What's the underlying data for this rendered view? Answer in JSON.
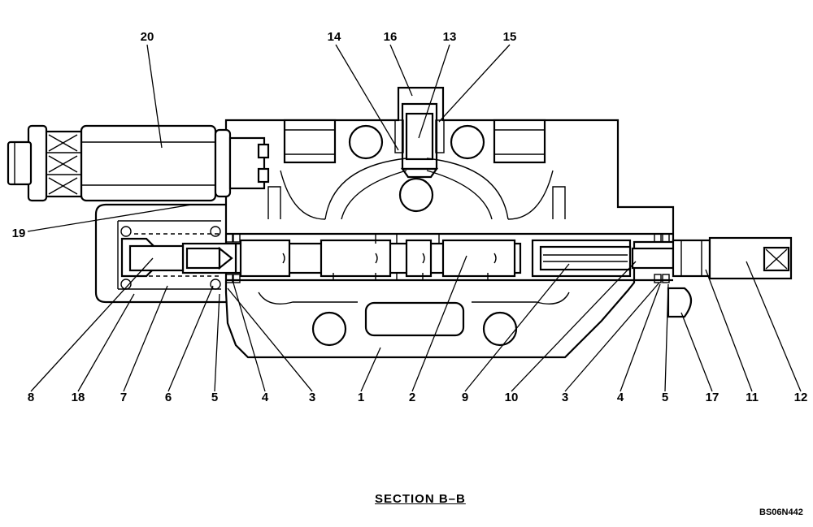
{
  "title": "SECTION B–B",
  "drawing_code": "BS06N442",
  "callouts": {
    "c1": "1",
    "c2": "2",
    "c3a": "3",
    "c3b": "3",
    "c4a": "4",
    "c4b": "4",
    "c5a": "5",
    "c5b": "5",
    "c6": "6",
    "c7": "7",
    "c8": "8",
    "c9": "9",
    "c10": "10",
    "c11": "11",
    "c12": "12",
    "c13": "13",
    "c14": "14",
    "c15": "15",
    "c16": "16",
    "c17": "17",
    "c18": "18",
    "c19": "19",
    "c20": "20"
  }
}
